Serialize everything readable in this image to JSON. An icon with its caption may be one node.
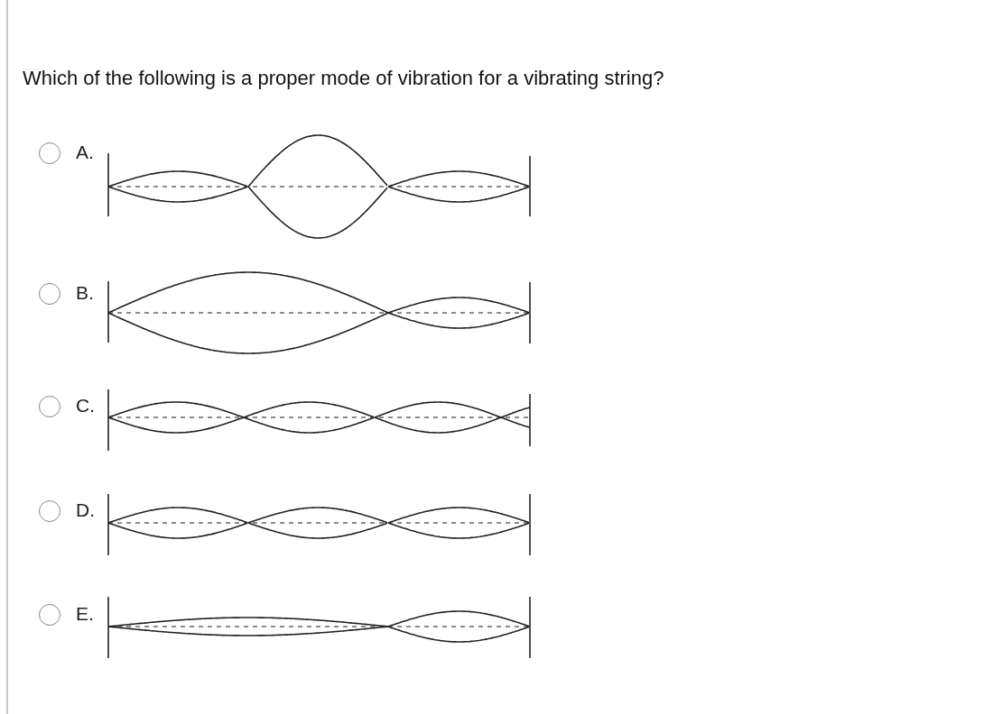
{
  "diagram": {
    "title": "Which of the following is a proper mode of vibration for a vibrating string?",
    "labels": [
      "A.",
      "B.",
      "C.",
      "D.",
      "E."
    ]
  }
}
